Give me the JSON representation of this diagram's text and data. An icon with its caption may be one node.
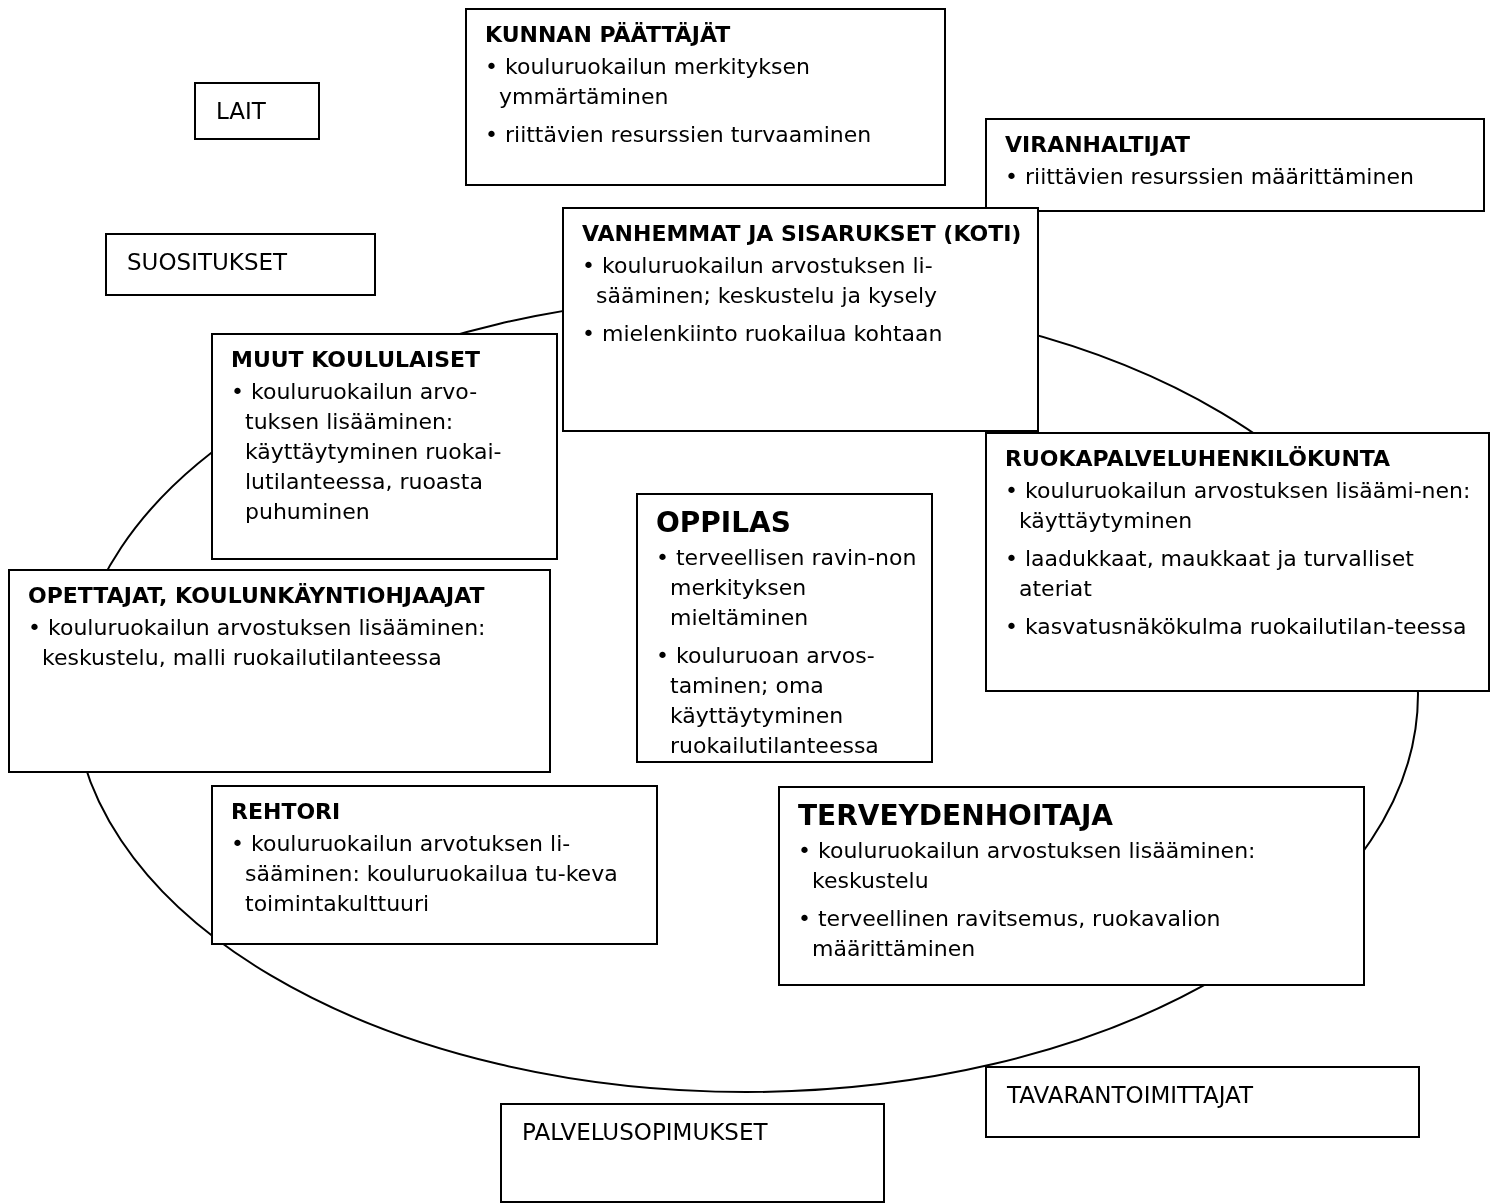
{
  "diagram": {
    "nodes": [
      {
        "text": [
          "LAIT"
        ]
      },
      {
        "text": [
          "KUNNAN PÄÄTTÄJÄT",
          "• kouluruokailun merkityksen ymmärtäminen",
          "• riittävien resurssien turvaaminen"
        ]
      },
      {
        "text": [
          "VIRANHALTIJAT",
          "• riittävien resurssien määrittäminen"
        ]
      },
      {
        "text": [
          "SUOSITUKSET"
        ]
      },
      {
        "text": [
          "VANHEMMAT JA SISARUKSET (KOTI)",
          "• kouluruokailun arvostuksen li-sääminen; keskustelu ja kysely",
          "• mielenkiinto ruokailua kohtaan"
        ]
      },
      {
        "text": [
          "MUUT KOULULAISET",
          "• kouluruokailun arvo-tuksen lisääminen: käyttäytyminen ruokai-lutilanteessa, ruoasta puhuminen"
        ]
      },
      {
        "text": [
          "RUOKAPALVELUHENKILÖKUNTA",
          "• kouluruokailun arvostuksen lisäämi-nen: käyttäytyminen",
          "• laadukkaat, maukkaat ja turvalliset ateriat",
          "• kasvatusnäkökulma ruokailutilan-teessa"
        ]
      },
      {
        "text": [
          "OPPILAS",
          "• terveellisen ravin-non merkityksen mieltäminen",
          "• kouluruoan arvos-taminen; oma käyttäytyminen ruokailutilanteessa"
        ]
      },
      {
        "text": [
          "OPETTAJAT, KOULUNKÄYNTIOHJAAJAT",
          "• kouluruokailun arvostuksen lisääminen: keskustelu, malli ruokailutilanteessa"
        ]
      },
      {
        "text": [
          "REHTORI",
          "• kouluruokailun arvotuksen li-sääminen: kouluruokailua tu-keva toimintakulttuuri"
        ]
      },
      {
        "text": [
          "TERVEYDENHOITAJA",
          "• kouluruokailun arvostuksen lisääminen: keskustelu",
          "• terveellinen ravitsemus, ruokavalion määrittäminen"
        ]
      },
      {
        "text": [
          "TAVARANTOIMITTAJAT"
        ]
      },
      {
        "text": [
          "PALVELUSOPIMUKSET"
        ]
      }
    ]
  }
}
